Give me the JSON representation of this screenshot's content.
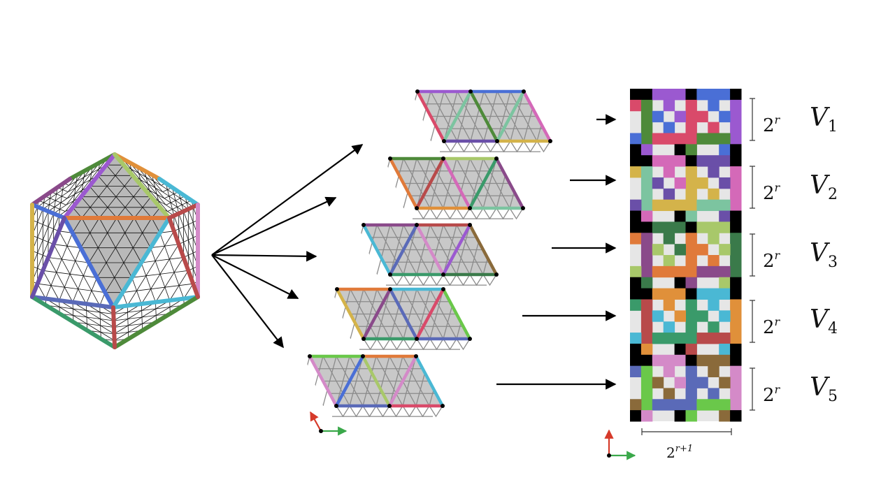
{
  "labels": {
    "period_base": "2",
    "period_exp": "r",
    "width_base": "2",
    "width_exp": "r+1",
    "vectors": [
      {
        "letter": "V",
        "index": "1"
      },
      {
        "letter": "V",
        "index": "2"
      },
      {
        "letter": "V",
        "index": "3"
      },
      {
        "letter": "V",
        "index": "4"
      },
      {
        "letter": "V",
        "index": "5"
      }
    ]
  },
  "colors": {
    "background": "#ffffff",
    "face_fill": "#c8c8c8",
    "mesh": "#8a8a8a",
    "ico_mesh": "#111111",
    "pixel_light": "#e6e6e6",
    "pixel_dark": "#000000",
    "axis_red": "#d63a2a",
    "axis_green": "#3aa84a",
    "arrow": "#000000",
    "edges": [
      "#9b59d0",
      "#4a6fd6",
      "#d94a6a",
      "#4e8a3a",
      "#d469b8",
      "#6a4fa8",
      "#d4b34a",
      "#7cc4a0",
      "#3a7a4a",
      "#a8c86a",
      "#e07a3a",
      "#8a4a8a",
      "#e0903a",
      "#4ab8d4",
      "#3a9a6a",
      "#b84a4a",
      "#d48ac8",
      "#8a6a3a",
      "#5a6ab8",
      "#6ac84a"
    ]
  }
}
